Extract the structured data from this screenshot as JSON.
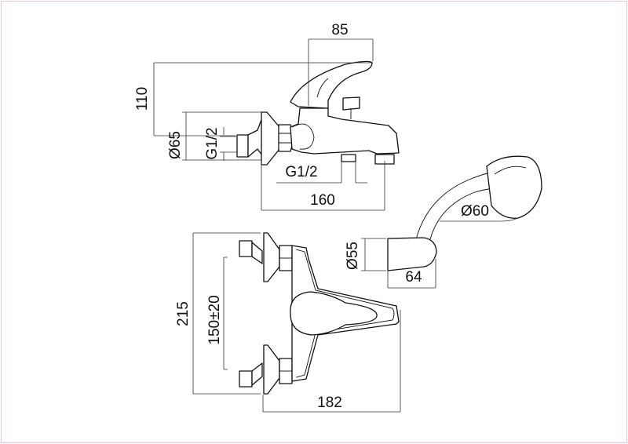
{
  "side_view": {
    "width_spout": "85",
    "height": "110",
    "flange_diameter": "Ø65",
    "inlet_thread": "G1/2",
    "outlet_thread": "G1/2",
    "overall_length": "160"
  },
  "hand_shower": {
    "head_diameter": "Ø60",
    "holder_diameter": "Ø55",
    "holder_length": "64"
  },
  "top_view": {
    "overall_height": "215",
    "inlet_spacing": "150±20",
    "overall_depth": "182"
  }
}
